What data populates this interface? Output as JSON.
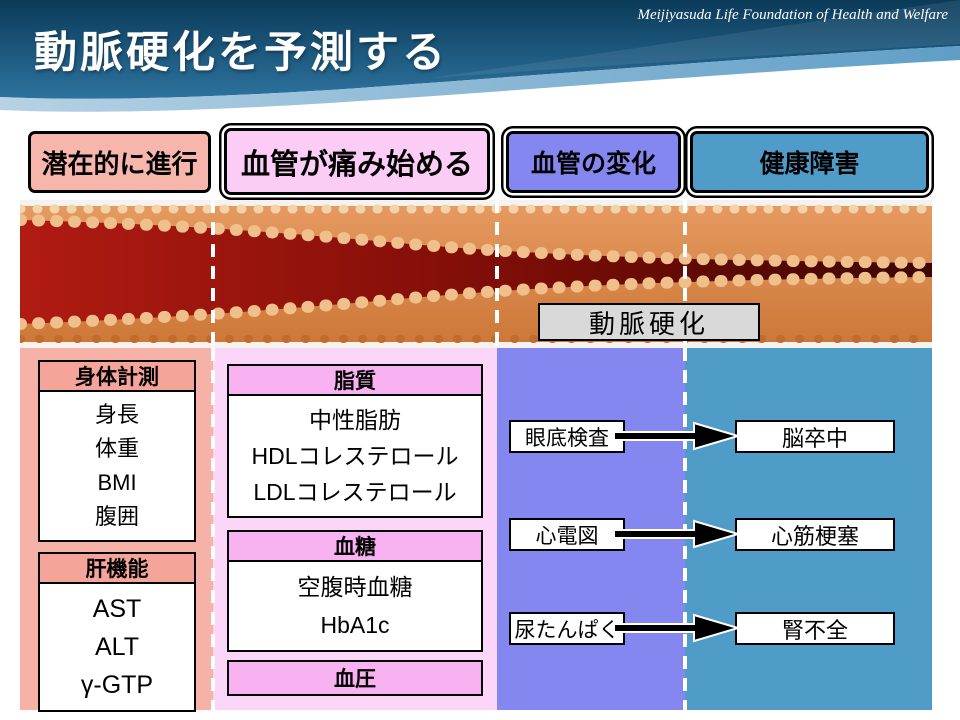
{
  "header": {
    "title": "動脈硬化を予測する",
    "brand": "Meijiyasuda Life  Foundation of Health and Welfare"
  },
  "stages": {
    "stage1": "潜在的に進行",
    "stage2": "血管が痛み始める",
    "stage3": "血管の変化",
    "stage4": "健康障害"
  },
  "artery": {
    "label": "動脈硬化"
  },
  "col1": {
    "panel1": {
      "title": "身体計測",
      "items": [
        "身長",
        "体重",
        "BMI",
        "腹囲"
      ]
    },
    "panel2": {
      "title": "肝機能",
      "items": [
        "AST",
        "ALT",
        "γ-GTP"
      ]
    }
  },
  "col2": {
    "panel1": {
      "title": "脂質",
      "items": [
        "中性脂肪",
        "HDLコレステロール",
        "LDLコレステロール"
      ]
    },
    "panel2": {
      "title": "血糖",
      "items": [
        "空腹時血糖",
        "HbA1c"
      ]
    },
    "panel3": {
      "title": "血圧"
    }
  },
  "col3": {
    "tests": [
      "眼底検査",
      "心電図",
      "尿たんぱく"
    ]
  },
  "col4": {
    "outcomes": [
      "脳卒中",
      "心筋梗塞",
      "腎不全"
    ]
  },
  "colors": {
    "header_blue_dark": "#0b3a58",
    "header_blue_light": "#5e9fc8",
    "stage1_bg": "#f7b6ac",
    "stage2_bg": "#fbcdf6",
    "stage3_bg": "#8587f0",
    "stage4_bg": "#4f9cc9",
    "vessel_wall_orange": "#dd8e54",
    "vessel_lumen_red": "#a31410",
    "artery_label_bg": "#d9d9d9"
  }
}
